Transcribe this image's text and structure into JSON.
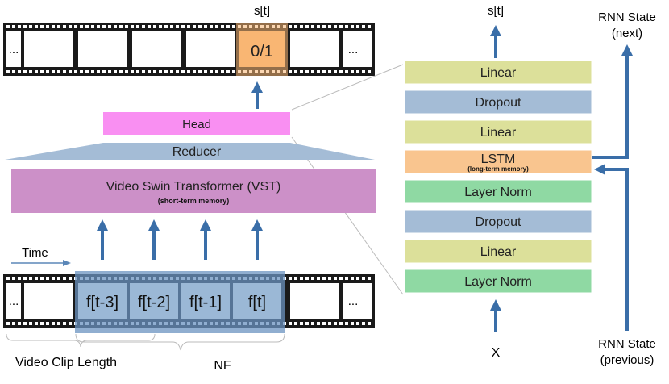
{
  "top_strip": {
    "output_label": "s[t]",
    "selected_frame_label": "0/1",
    "left_ellipsis": "...",
    "right_ellipsis": "..."
  },
  "head_label": "Head",
  "reducer_label": "Reducer",
  "vst": {
    "title": "Video Swin Transformer  (VST)",
    "subtitle": "(short-term memory)"
  },
  "time_label": "Time",
  "bottom_strip": {
    "frames": [
      "f[t-3]",
      "f[t-2]",
      "f[t-1]",
      "f[t]"
    ],
    "left_ellipsis": "...",
    "right_ellipsis": "..."
  },
  "clip_length_label": "Video Clip Length",
  "nf_label": "NF",
  "head_detail": {
    "output_label": "s[t]",
    "input_label": "X",
    "rnn_state_next": [
      "RNN State",
      "(next)"
    ],
    "rnn_state_previous": [
      "RNN State",
      "(previous)"
    ],
    "layers": [
      {
        "label": "Linear",
        "kind": "linear"
      },
      {
        "label": "Dropout",
        "kind": "dropout"
      },
      {
        "label": "Linear",
        "kind": "linear"
      },
      {
        "label": "LSTM",
        "sublabel": "(long-term memory)",
        "kind": "lstm"
      },
      {
        "label": "Layer Norm",
        "kind": "norm"
      },
      {
        "label": "Dropout",
        "kind": "dropout"
      },
      {
        "label": "Linear",
        "kind": "linear"
      },
      {
        "label": "Layer Norm",
        "kind": "norm"
      }
    ]
  },
  "colors": {
    "arrow": "#3a6ea8",
    "linear": "#dce09a",
    "dropout": "#a4bcd6",
    "lstm": "#f9c58f",
    "norm": "#8fd9a3",
    "head": "#f98ff2",
    "vst": "#cc90c8",
    "reducer": "#a4bcd6",
    "frames_highlight": "#6b93c0",
    "selected_frame": "#f9b673"
  }
}
